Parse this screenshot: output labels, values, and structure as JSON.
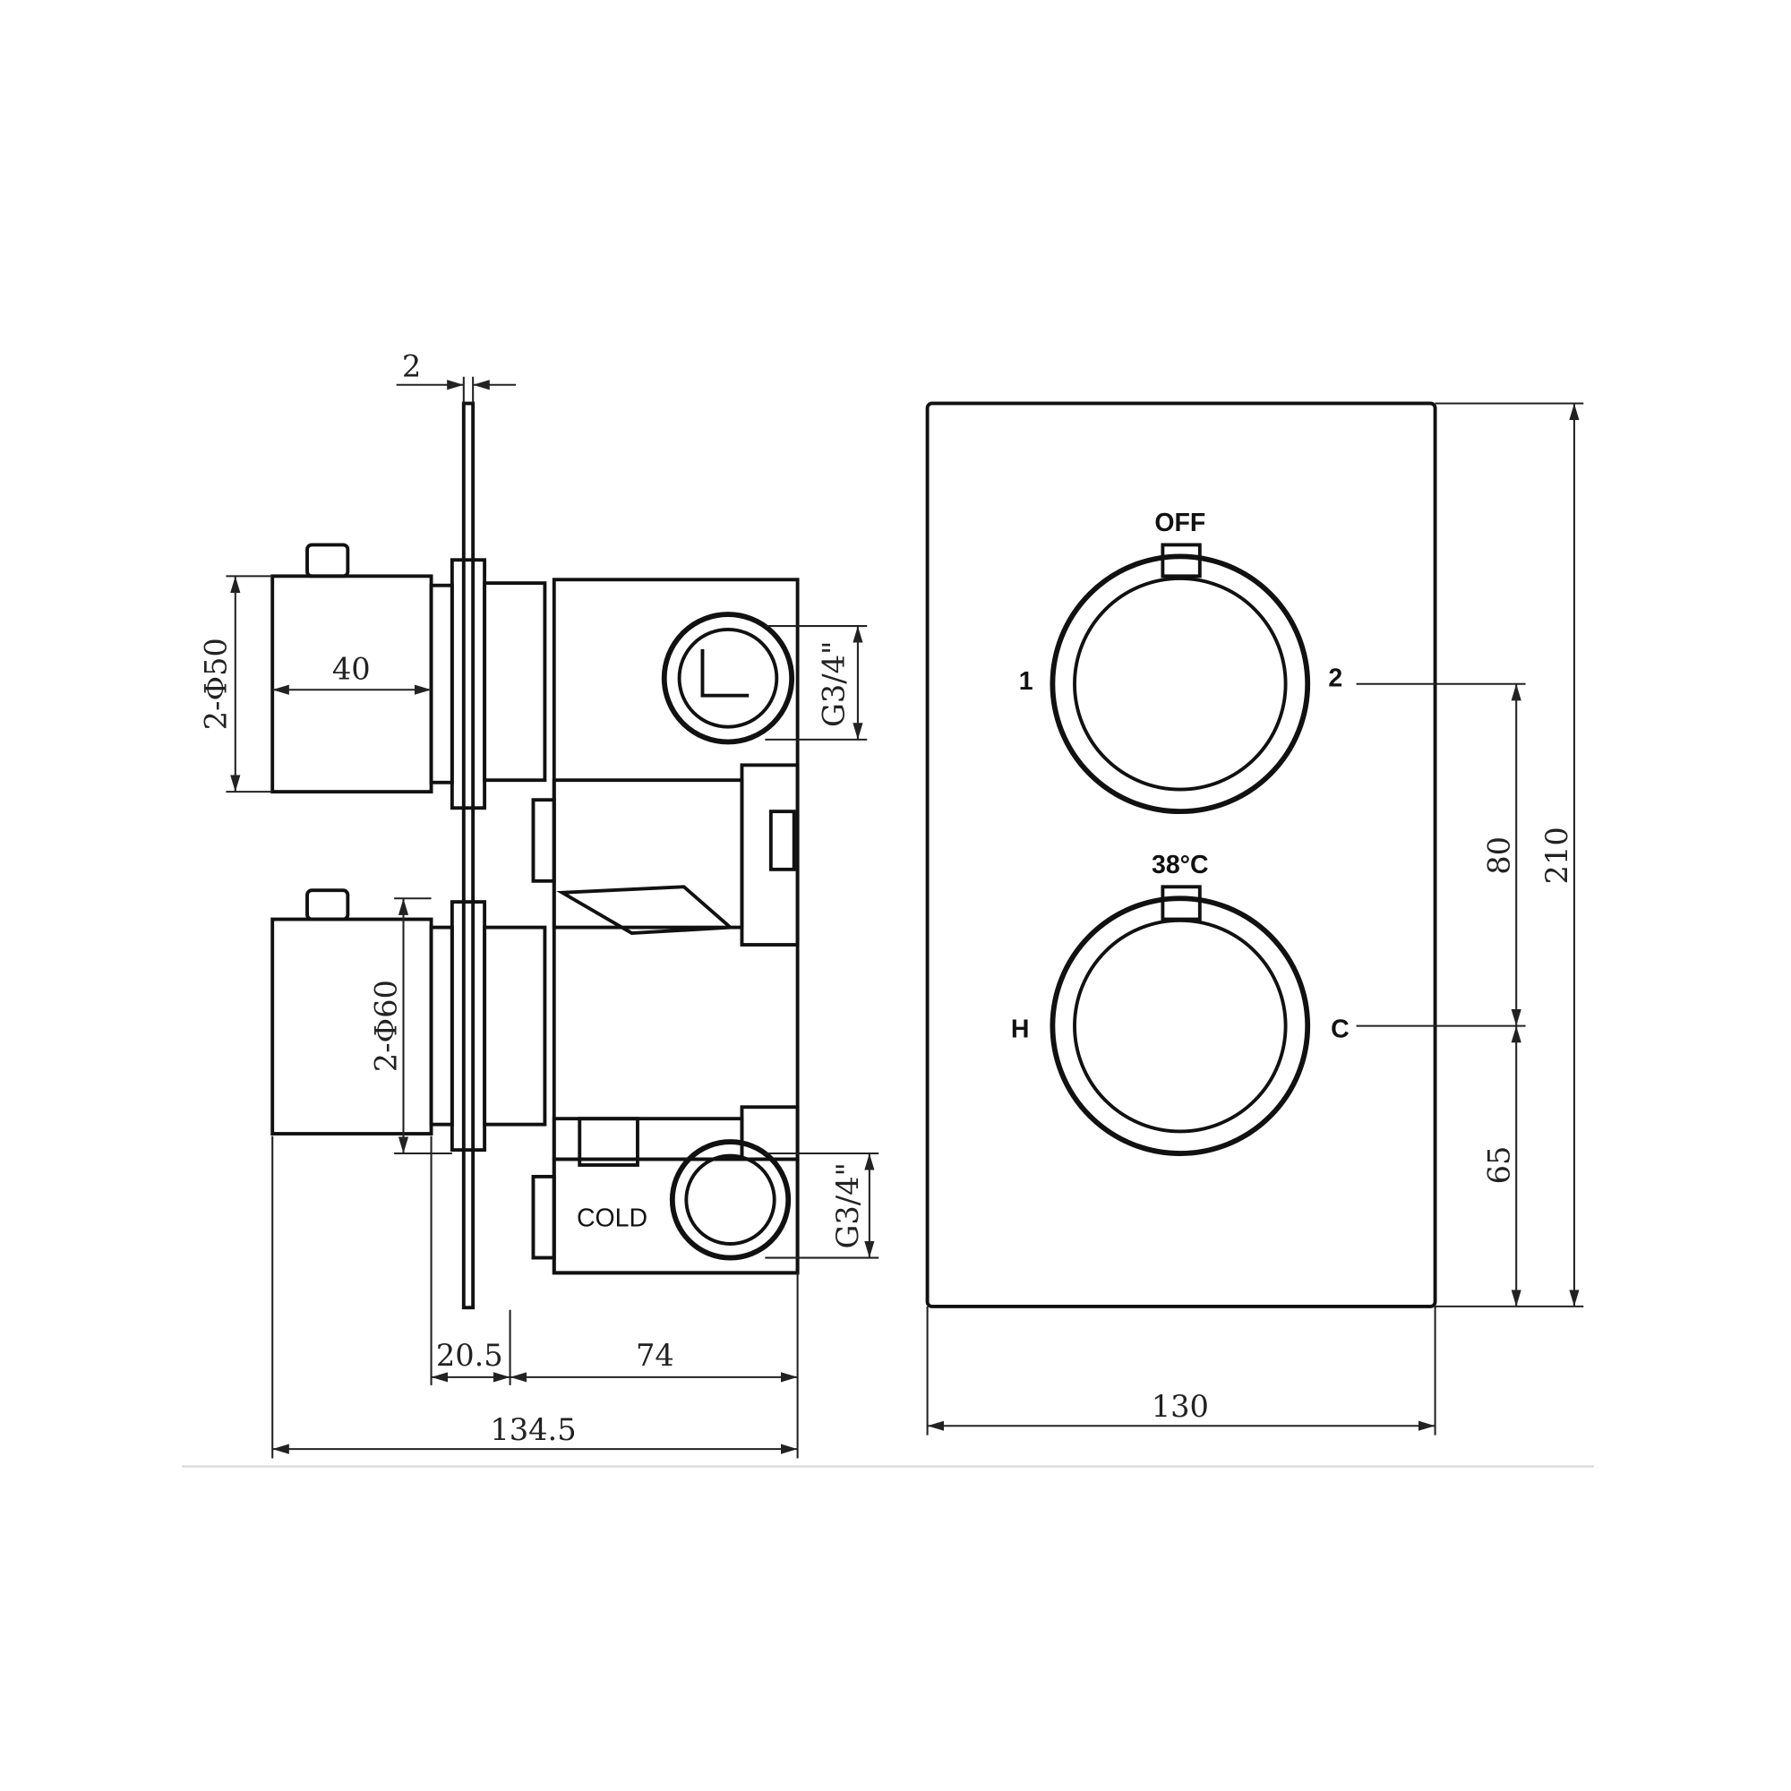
{
  "side_view": {
    "plate_thickness": "2",
    "knob_diameter_top": "2-Φ50",
    "knob_depth": "40",
    "knob_diameter_bottom": "2-Φ60",
    "outlet_thread_top": "G3/4\"",
    "outlet_thread_bottom": "G3/4\"",
    "inlet_label": "COLD",
    "depth_front": "20.5",
    "depth_body": "74",
    "total_depth": "134.5"
  },
  "front_view": {
    "top_knob_label_top": "OFF",
    "top_knob_label_left": "1",
    "top_knob_label_right": "2",
    "bottom_knob_label_top": "38°C",
    "bottom_knob_label_left": "H",
    "bottom_knob_label_right": "C",
    "knob_spacing": "80",
    "bottom_offset": "65",
    "plate_height": "210",
    "plate_width": "130"
  }
}
